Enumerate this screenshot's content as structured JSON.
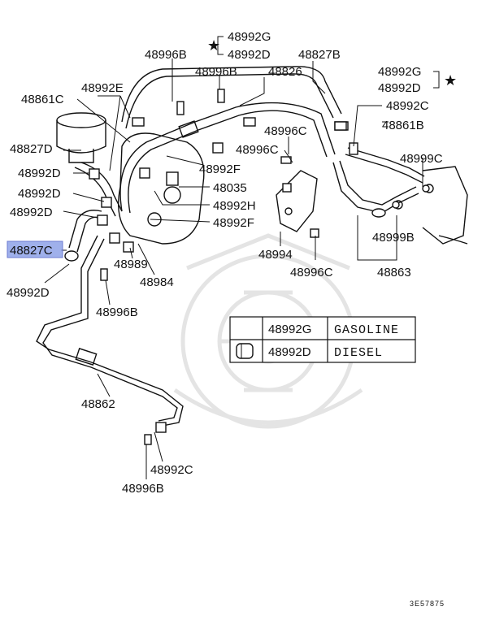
{
  "callouts": {
    "c48992g_top": "48992G",
    "c48992d_top": "48992D",
    "c48996b_1": "48996B",
    "c48827b": "48827B",
    "c48992e": "48992E",
    "c48996b_2": "48996B",
    "c48826": "48826",
    "c48992g_r": "48992G",
    "c48992d_r": "48992D",
    "c48861c": "48861C",
    "c48992c_r": "48992C",
    "c48861b": "48861B",
    "c48996c_1": "48996C",
    "c48827d": "48827D",
    "c48996c_2": "48996C",
    "c48999c": "48999C",
    "c48992d_l1": "48992D",
    "c48992f_1": "48992F",
    "c48035": "48035",
    "c48992d_l2": "48992D",
    "c48992h": "48992H",
    "c48992d_l3": "48992D",
    "c48992f_2": "48992F",
    "c48999b": "48999B",
    "c48827c": "48827C",
    "c48989": "48989",
    "c48994": "48994",
    "c48984": "48984",
    "c48996c_3": "48996C",
    "c48863": "48863",
    "c48992d_l4": "48992D",
    "c48996b_3": "48996B",
    "c48862": "48862",
    "c48992c_b": "48992C",
    "c48996b_4": "48996B"
  },
  "legend": {
    "rows": [
      {
        "part": "48992G",
        "fuel": "GASOLINE"
      },
      {
        "part": "48992D",
        "fuel": "DIESEL"
      }
    ]
  },
  "diagram_code": "3E57875",
  "highlight": {
    "part": "48827C",
    "color": "#8fa3e8"
  }
}
